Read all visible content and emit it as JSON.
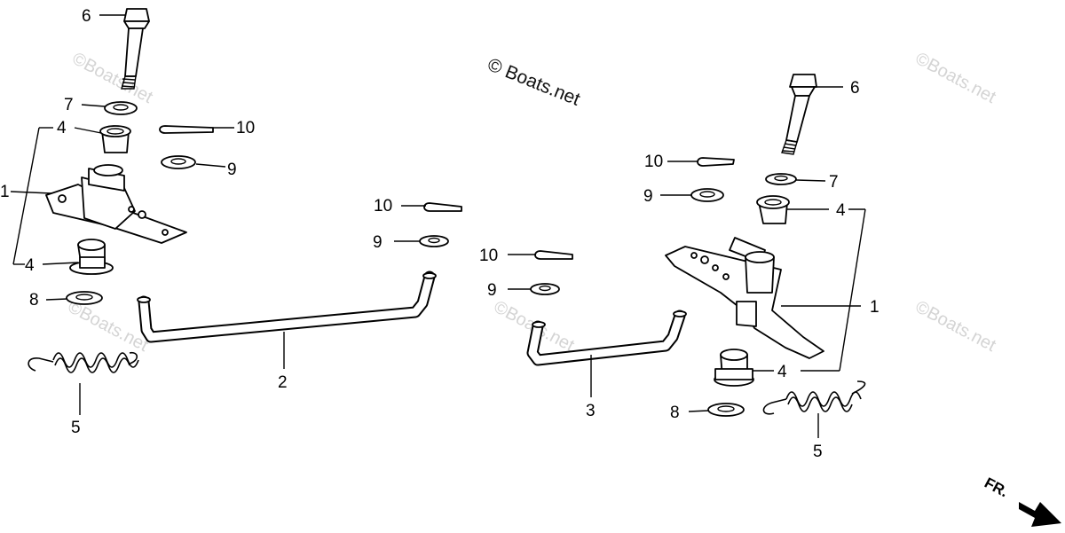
{
  "watermarks": [
    "©Boats.net",
    "©Boats.net",
    "©Boats.net",
    "©Boats.net",
    "©Boats.net"
  ],
  "copyright": "© Boats.net",
  "direction_indicator": {
    "label": "FR."
  },
  "callouts": {
    "left": {
      "c6": "6",
      "c7": "7",
      "c4a": "4",
      "c1": "1",
      "c4b": "4",
      "c8": "8",
      "c5": "5",
      "c10": "10",
      "c9": "9"
    },
    "center": {
      "c10a": "10",
      "c9a": "9",
      "c10b": "10",
      "c9b": "9",
      "c2": "2",
      "c3": "3"
    },
    "right": {
      "c6": "6",
      "c10": "10",
      "c7": "7",
      "c9": "9",
      "c4a": "4",
      "c1": "1",
      "c4b": "4",
      "c8": "8",
      "c5": "5"
    }
  }
}
